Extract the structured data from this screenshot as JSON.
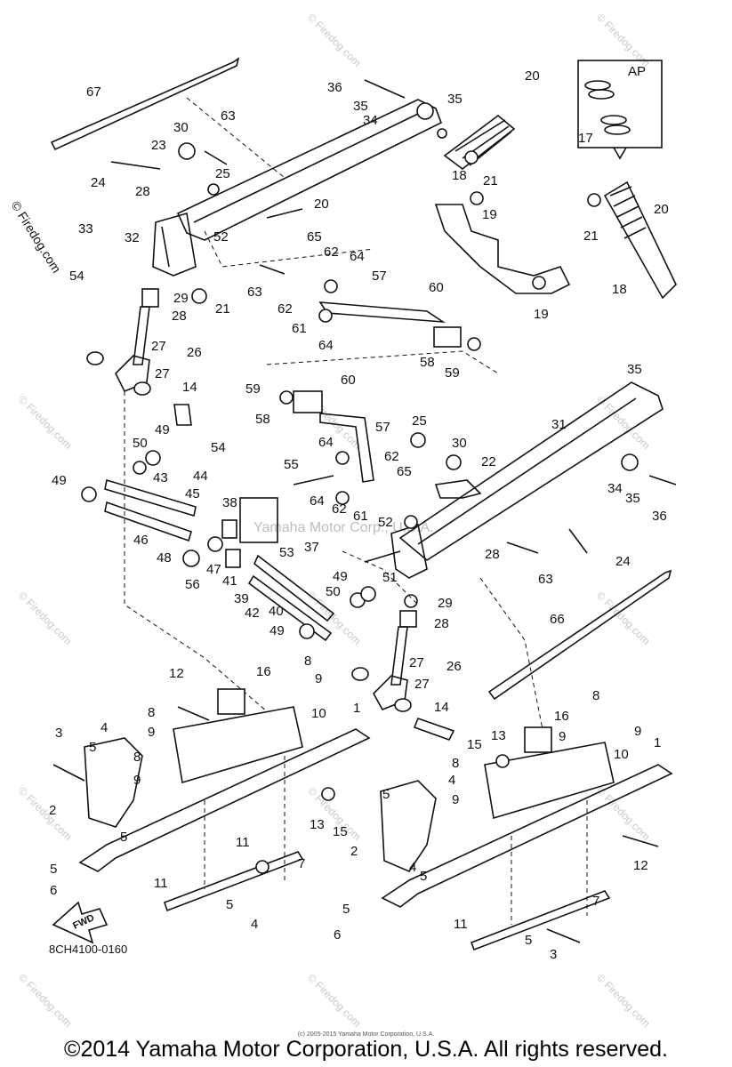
{
  "diagram": {
    "watermark_side": "© Firedog.com",
    "watermark_center": "Yamaha Motor Corp., U.S.A.",
    "watermark_tile": "© Firedog.com",
    "drawing_code": "8CH4100-0160",
    "fwd_label": "FWD",
    "ap_label": "AP",
    "callouts": [
      {
        "id": "67a",
        "text": "67"
      },
      {
        "id": "36a",
        "text": "36"
      },
      {
        "id": "35a",
        "text": "35"
      },
      {
        "id": "35b",
        "text": "35"
      },
      {
        "id": "34a",
        "text": "34"
      },
      {
        "id": "20a",
        "text": "20"
      },
      {
        "id": "63a",
        "text": "63"
      },
      {
        "id": "30a",
        "text": "30"
      },
      {
        "id": "23a",
        "text": "23"
      },
      {
        "id": "25a",
        "text": "25"
      },
      {
        "id": "24a",
        "text": "24"
      },
      {
        "id": "28a",
        "text": "28"
      },
      {
        "id": "18a",
        "text": "18"
      },
      {
        "id": "21a",
        "text": "21"
      },
      {
        "id": "17a",
        "text": "17"
      },
      {
        "id": "20b",
        "text": "20"
      },
      {
        "id": "19a",
        "text": "19"
      },
      {
        "id": "20c",
        "text": "20"
      },
      {
        "id": "33a",
        "text": "33"
      },
      {
        "id": "32a",
        "text": "32"
      },
      {
        "id": "52a",
        "text": "52"
      },
      {
        "id": "65a",
        "text": "65"
      },
      {
        "id": "21b",
        "text": "21"
      },
      {
        "id": "54a",
        "text": "54"
      },
      {
        "id": "62a",
        "text": "62"
      },
      {
        "id": "64a",
        "text": "64"
      },
      {
        "id": "57a",
        "text": "57"
      },
      {
        "id": "60a",
        "text": "60"
      },
      {
        "id": "63b",
        "text": "63"
      },
      {
        "id": "62b",
        "text": "62"
      },
      {
        "id": "29a",
        "text": "29"
      },
      {
        "id": "21c",
        "text": "21"
      },
      {
        "id": "28b",
        "text": "28"
      },
      {
        "id": "61a",
        "text": "61"
      },
      {
        "id": "19b",
        "text": "19"
      },
      {
        "id": "18b",
        "text": "18"
      },
      {
        "id": "64b",
        "text": "64"
      },
      {
        "id": "27a",
        "text": "27"
      },
      {
        "id": "26a",
        "text": "26"
      },
      {
        "id": "58a",
        "text": "58"
      },
      {
        "id": "59a",
        "text": "59"
      },
      {
        "id": "27b",
        "text": "27"
      },
      {
        "id": "14a",
        "text": "14"
      },
      {
        "id": "35c",
        "text": "35"
      },
      {
        "id": "59b",
        "text": "59"
      },
      {
        "id": "60b",
        "text": "60"
      },
      {
        "id": "58b",
        "text": "58"
      },
      {
        "id": "57b",
        "text": "57"
      },
      {
        "id": "25b",
        "text": "25"
      },
      {
        "id": "31a",
        "text": "31"
      },
      {
        "id": "49a",
        "text": "49"
      },
      {
        "id": "50a",
        "text": "50"
      },
      {
        "id": "54b",
        "text": "54"
      },
      {
        "id": "64c",
        "text": "64"
      },
      {
        "id": "30b",
        "text": "30"
      },
      {
        "id": "62c",
        "text": "62"
      },
      {
        "id": "22a",
        "text": "22"
      },
      {
        "id": "34b",
        "text": "34"
      },
      {
        "id": "65b",
        "text": "65"
      },
      {
        "id": "55a",
        "text": "55"
      },
      {
        "id": "44a",
        "text": "44"
      },
      {
        "id": "35d",
        "text": "35"
      },
      {
        "id": "43a",
        "text": "43"
      },
      {
        "id": "49b",
        "text": "49"
      },
      {
        "id": "45a",
        "text": "45"
      },
      {
        "id": "64d",
        "text": "64"
      },
      {
        "id": "62d",
        "text": "62"
      },
      {
        "id": "36b",
        "text": "36"
      },
      {
        "id": "38a",
        "text": "38"
      },
      {
        "id": "61b",
        "text": "61"
      },
      {
        "id": "52b",
        "text": "52"
      },
      {
        "id": "46a",
        "text": "46"
      },
      {
        "id": "48a",
        "text": "48"
      },
      {
        "id": "53a",
        "text": "53"
      },
      {
        "id": "28c",
        "text": "28"
      },
      {
        "id": "24b",
        "text": "24"
      },
      {
        "id": "47a",
        "text": "47"
      },
      {
        "id": "37a",
        "text": "37"
      },
      {
        "id": "51a",
        "text": "51"
      },
      {
        "id": "63c",
        "text": "63"
      },
      {
        "id": "56a",
        "text": "56"
      },
      {
        "id": "41a",
        "text": "41"
      },
      {
        "id": "49c",
        "text": "49"
      },
      {
        "id": "39a",
        "text": "39"
      },
      {
        "id": "50b",
        "text": "50"
      },
      {
        "id": "42a",
        "text": "42"
      },
      {
        "id": "40a",
        "text": "40"
      },
      {
        "id": "29b",
        "text": "29"
      },
      {
        "id": "66a",
        "text": "66"
      },
      {
        "id": "49d",
        "text": "49"
      },
      {
        "id": "28d",
        "text": "28"
      },
      {
        "id": "12a",
        "text": "12"
      },
      {
        "id": "16a",
        "text": "16"
      },
      {
        "id": "8a",
        "text": "8"
      },
      {
        "id": "27c",
        "text": "27"
      },
      {
        "id": "26b",
        "text": "26"
      },
      {
        "id": "9a",
        "text": "9"
      },
      {
        "id": "27d",
        "text": "27"
      },
      {
        "id": "10a",
        "text": "10"
      },
      {
        "id": "1a",
        "text": "1"
      },
      {
        "id": "8b",
        "text": "8"
      },
      {
        "id": "14b",
        "text": "14"
      },
      {
        "id": "8c",
        "text": "8"
      },
      {
        "id": "3a",
        "text": "3"
      },
      {
        "id": "4a",
        "text": "4"
      },
      {
        "id": "9b",
        "text": "9"
      },
      {
        "id": "16b",
        "text": "16"
      },
      {
        "id": "9c",
        "text": "9"
      },
      {
        "id": "9d",
        "text": "9"
      },
      {
        "id": "5a",
        "text": "5"
      },
      {
        "id": "8d",
        "text": "8"
      },
      {
        "id": "13a",
        "text": "13"
      },
      {
        "id": "15a",
        "text": "15"
      },
      {
        "id": "1b",
        "text": "1"
      },
      {
        "id": "9e",
        "text": "9"
      },
      {
        "id": "10b",
        "text": "10"
      },
      {
        "id": "8e",
        "text": "8"
      },
      {
        "id": "5b",
        "text": "5"
      },
      {
        "id": "4b",
        "text": "4"
      },
      {
        "id": "2a",
        "text": "2"
      },
      {
        "id": "9f",
        "text": "9"
      },
      {
        "id": "5c",
        "text": "5"
      },
      {
        "id": "13b",
        "text": "13"
      },
      {
        "id": "15b",
        "text": "15"
      },
      {
        "id": "11a",
        "text": "11"
      },
      {
        "id": "7a",
        "text": "7"
      },
      {
        "id": "2b",
        "text": "2"
      },
      {
        "id": "12b",
        "text": "12"
      },
      {
        "id": "5d",
        "text": "5"
      },
      {
        "id": "4c",
        "text": "4"
      },
      {
        "id": "5e",
        "text": "5"
      },
      {
        "id": "11b",
        "text": "11"
      },
      {
        "id": "6a",
        "text": "6"
      },
      {
        "id": "5f",
        "text": "5"
      },
      {
        "id": "4d",
        "text": "4"
      },
      {
        "id": "11c",
        "text": "11"
      },
      {
        "id": "7b",
        "text": "7"
      },
      {
        "id": "5g",
        "text": "5"
      },
      {
        "id": "6b",
        "text": "6"
      },
      {
        "id": "5h",
        "text": "5"
      },
      {
        "id": "3b",
        "text": "3"
      }
    ]
  },
  "footer": {
    "copyright": "©2014 Yamaha Motor Corporation, U.S.A. All rights reserved.",
    "small_print": "(c) 2005-2015 Yamaha Motor Corporation, U.S.A."
  }
}
